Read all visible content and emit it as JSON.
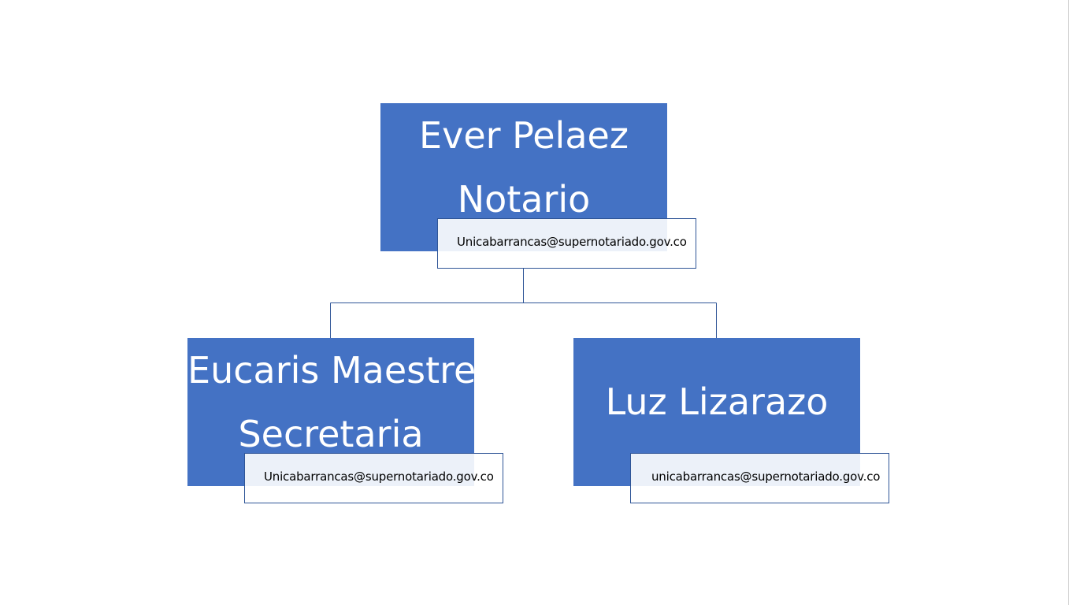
{
  "org_chart": {
    "root": {
      "name": "Ever Pelaez",
      "role": "Notario",
      "email": "Unicabarrancas@supernotariado.gov.co"
    },
    "children": [
      {
        "name": "Eucaris Maestre",
        "role": "Secretaria",
        "email": "Unicabarrancas@supernotariado.gov.co"
      },
      {
        "name": "Luz Lizarazo",
        "email": "unicabarrancas@supernotariado.gov.co"
      }
    ]
  },
  "colors": {
    "node_fill": "#4472c4",
    "node_text": "#ffffff",
    "connector": "#2f5597",
    "email_border": "#2f5597"
  }
}
